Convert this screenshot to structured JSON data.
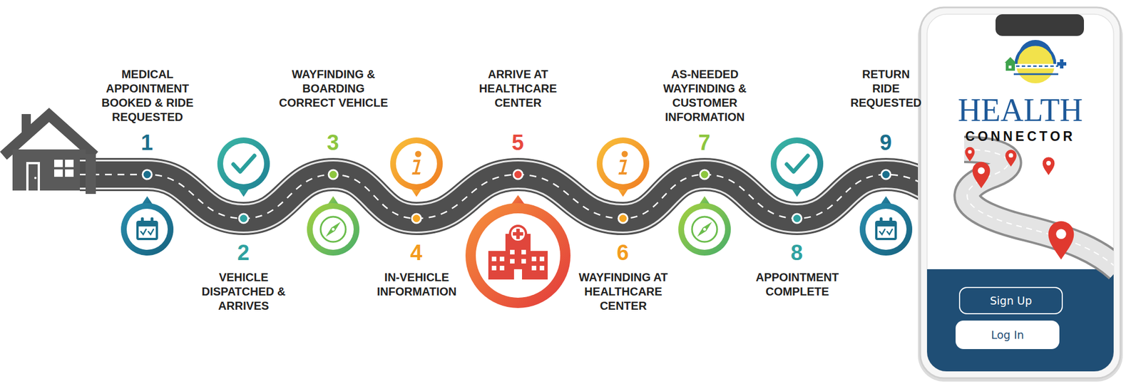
{
  "diagram": {
    "nodes": [
      {
        "text": [
          "HEALTH",
          "CONNECTOR"
        ]
      },
      {
        "text": [
          "Sign Up"
        ],
        "in": 0
      },
      {
        "text": [
          "Log In"
        ],
        "in": 0
      }
    ],
    "labels": [
      "MEDICAL APPOINTMENT BOOKED & RIDE REQUESTED",
      "1",
      "VEHICLE DISPATCHED & ARRIVES",
      "2",
      "WAYFINDING & BOARDING CORRECT VEHICLE",
      "3",
      "IN-VEHICLE INFORMATION",
      "4",
      "ARRIVE AT HEALTHCARE CENTER",
      "5",
      "WAYFINDING AT HEALTHCARE CENTER",
      "6",
      "AS-NEEDED WAYFINDING & CUSTOMER INFORMATION",
      "7",
      "APPOINTMENT COMPLETE",
      "8",
      "RETURN RIDE REQUESTED",
      "9"
    ]
  }
}
